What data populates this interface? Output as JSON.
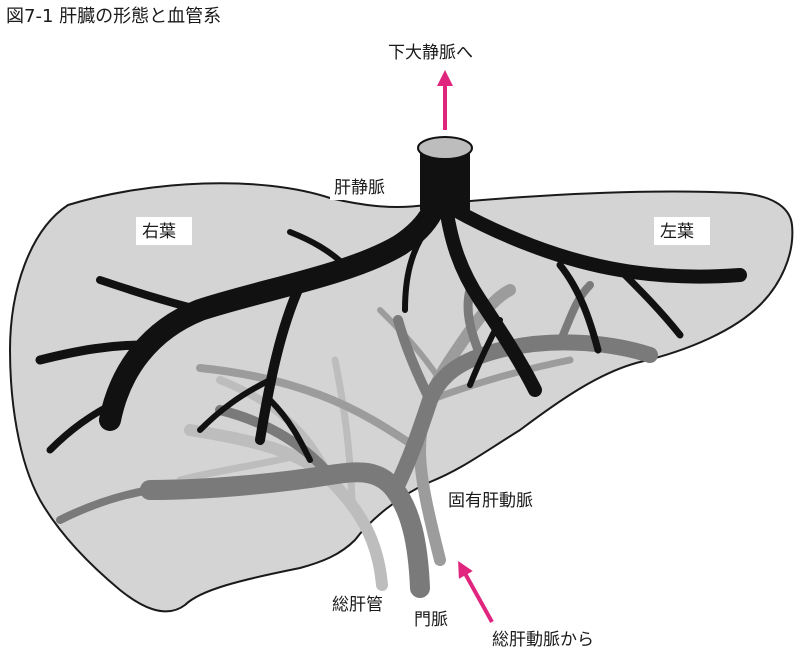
{
  "title": "図7-1 肝臓の形態と血管系",
  "labels": {
    "ivc": "下大静脈へ",
    "hepatic_vein": "肝静脈",
    "right_lobe": "右葉",
    "left_lobe": "左葉",
    "proper_hepatic_artery": "固有肝動脈",
    "common_bile_duct": "総肝管",
    "portal_vein": "門脈",
    "common_hepatic_artery": "総肝動脈から"
  },
  "colors": {
    "liver_fill": "#d4d4d4",
    "outline": "#1a1a1a",
    "hepatic_vein": "#111111",
    "portal_vein": "#7a7a7a",
    "hepatic_artery": "#9c9c9c",
    "bile_duct": "#bdbdbd",
    "arrow": "#e0257f"
  }
}
